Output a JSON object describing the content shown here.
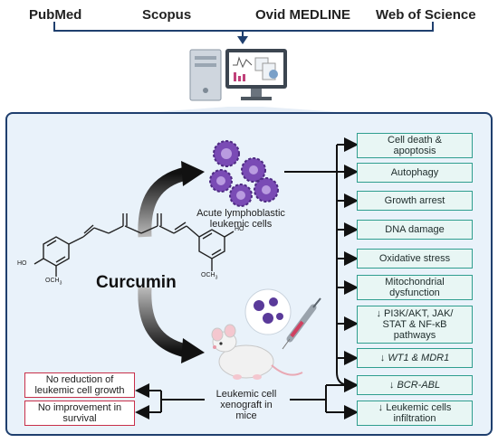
{
  "databases": [
    "PubMed",
    "Scopus",
    "Ovid MEDLINE",
    "Web of Science"
  ],
  "compound": {
    "name": "Curcumin",
    "label_ho": "HO",
    "label_och3": "OCH",
    "label_och3_sub": "3"
  },
  "cells": {
    "line1": "Acute lymphoblastic",
    "line2": "leukemic cells"
  },
  "mice": {
    "line1": "Leukemic cell",
    "line2": "xenograft in",
    "line3": "mice"
  },
  "outcomes": {
    "cell_death": {
      "line1": "Cell death &",
      "line2": "apoptosis"
    },
    "autophagy": "Autophagy",
    "growth_arrest": "Growth arrest",
    "dna_damage": "DNA damage",
    "oxidative_stress": "Oxidative stress",
    "mito": {
      "line1": "Mitochondrial",
      "line2": "dysfunction"
    },
    "pathways": {
      "line1": "↓ PI3K/AKT, JAK/",
      "line2": "STAT & NF-κB",
      "line3": "pathways"
    },
    "wt1": {
      "arrow": "↓",
      "genes": "WT1 & MDR1"
    },
    "bcr": {
      "arrow": "↓",
      "gene": "BCR-ABL"
    },
    "infiltration": {
      "line1": "↓ Leukemic cells",
      "line2": "infiltration"
    }
  },
  "negative": {
    "no_reduction": {
      "line1": "No reduction of",
      "line2": "leukemic cell growth"
    },
    "no_improvement": {
      "line1": "No improvement in",
      "line2": "survival"
    }
  },
  "colors": {
    "panel_border": "#1f3f6e",
    "panel_fill": "#e9f2fa",
    "teal": "#2f9e8f",
    "red": "#c8304a",
    "cell_purple": "#7a4bb5"
  }
}
